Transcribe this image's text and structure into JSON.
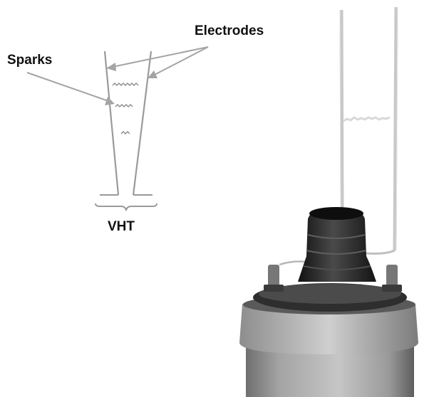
{
  "labels": {
    "electrodes": "Electrodes",
    "sparks": "Sparks",
    "vht": "VHT"
  },
  "colors": {
    "background": "#ffffff",
    "diagram_line": "#9a9a9a",
    "arrow": "#a4a4a4",
    "label_text": "#111111",
    "coil_body": "#a9a9a9",
    "coil_top": "#3b3b3b",
    "wire": "#c8c8c8"
  }
}
